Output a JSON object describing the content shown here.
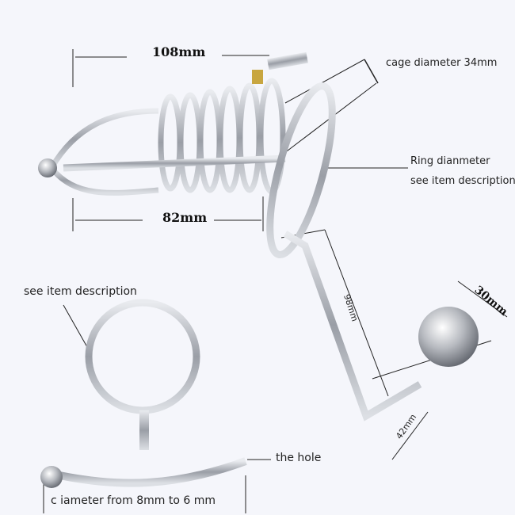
{
  "labels": {
    "cage_length": "108mm",
    "cage_inner_length": "82mm",
    "cage_diameter": "cage diameter 34mm",
    "ring_diameter_line1": "Ring dianmeter",
    "ring_diameter_line2": "see item description",
    "ring_note": "see item description",
    "arm_length": "98mm",
    "ball_diameter": "30mm",
    "ball_stem": "42mm",
    "hole": "the hole",
    "tube_diameter": "c iameter from 8mm to 6 mm"
  },
  "colors": {
    "background": "#f5f6fb",
    "metal": "#b9bcc2",
    "metal_dark": "#6d7078",
    "lock": "#c8a640"
  }
}
